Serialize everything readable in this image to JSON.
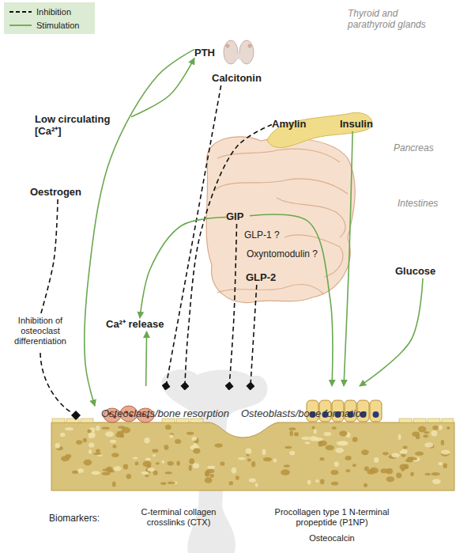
{
  "diagram": {
    "nodes": [
      {
        "text": [
          "PTH"
        ]
      },
      {
        "text": [
          "Calcitonin"
        ]
      },
      {
        "text": [
          "Low circulating [Ca²⁺]"
        ]
      },
      {
        "text": [
          "Oestrogen"
        ]
      },
      {
        "text": [
          "Amylin"
        ]
      },
      {
        "text": [
          "Insulin"
        ]
      },
      {
        "text": [
          "GIP"
        ]
      },
      {
        "text": [
          "Ca²⁺ release"
        ]
      },
      {
        "text": [
          "GLP-2"
        ]
      },
      {
        "text": [
          "Glucose"
        ]
      },
      {
        "text": [
          "Inhibition of osteoclast differentiation"
        ]
      },
      {
        "text": [
          "Osteoclasts/bone resorption"
        ]
      },
      {
        "text": [
          "Osteoblasts/bone formation"
        ]
      }
    ],
    "edges": [
      {
        "from": 2,
        "to": 0,
        "arrow": "to"
      },
      {
        "from": 0,
        "to": 11,
        "arrow": "to"
      },
      {
        "from": 1,
        "to": 11,
        "arrow": "to"
      },
      {
        "from": 4,
        "to": 11,
        "arrow": "to"
      },
      {
        "from": 6,
        "to": 11,
        "arrow": "to"
      },
      {
        "from": 8,
        "to": 11,
        "arrow": "to"
      },
      {
        "from": 6,
        "to": 7,
        "arrow": "to"
      },
      {
        "from": 6,
        "to": 12,
        "arrow": "to"
      },
      {
        "from": 5,
        "to": 12,
        "arrow": "to"
      },
      {
        "from": 9,
        "to": 12,
        "arrow": "to"
      },
      {
        "from": 11,
        "to": 7,
        "arrow": "to"
      },
      {
        "from": 3,
        "to": 10,
        "arrow": "none"
      }
    ],
    "labels": [
      "Thyroid and parathyroid glands",
      "Pancreas",
      "Intestines",
      "GLP-1 ?",
      "Oxyntomodulin ?",
      "Biomarkers:",
      "C-terminal collagen crosslinks (CTX)",
      "Procollagen type 1 N-terminal propeptide (P1NP)",
      "Osteocalcin"
    ],
    "legend": [
      {
        "text": "Inhibition"
      },
      {
        "text": "Stimulation"
      }
    ]
  }
}
